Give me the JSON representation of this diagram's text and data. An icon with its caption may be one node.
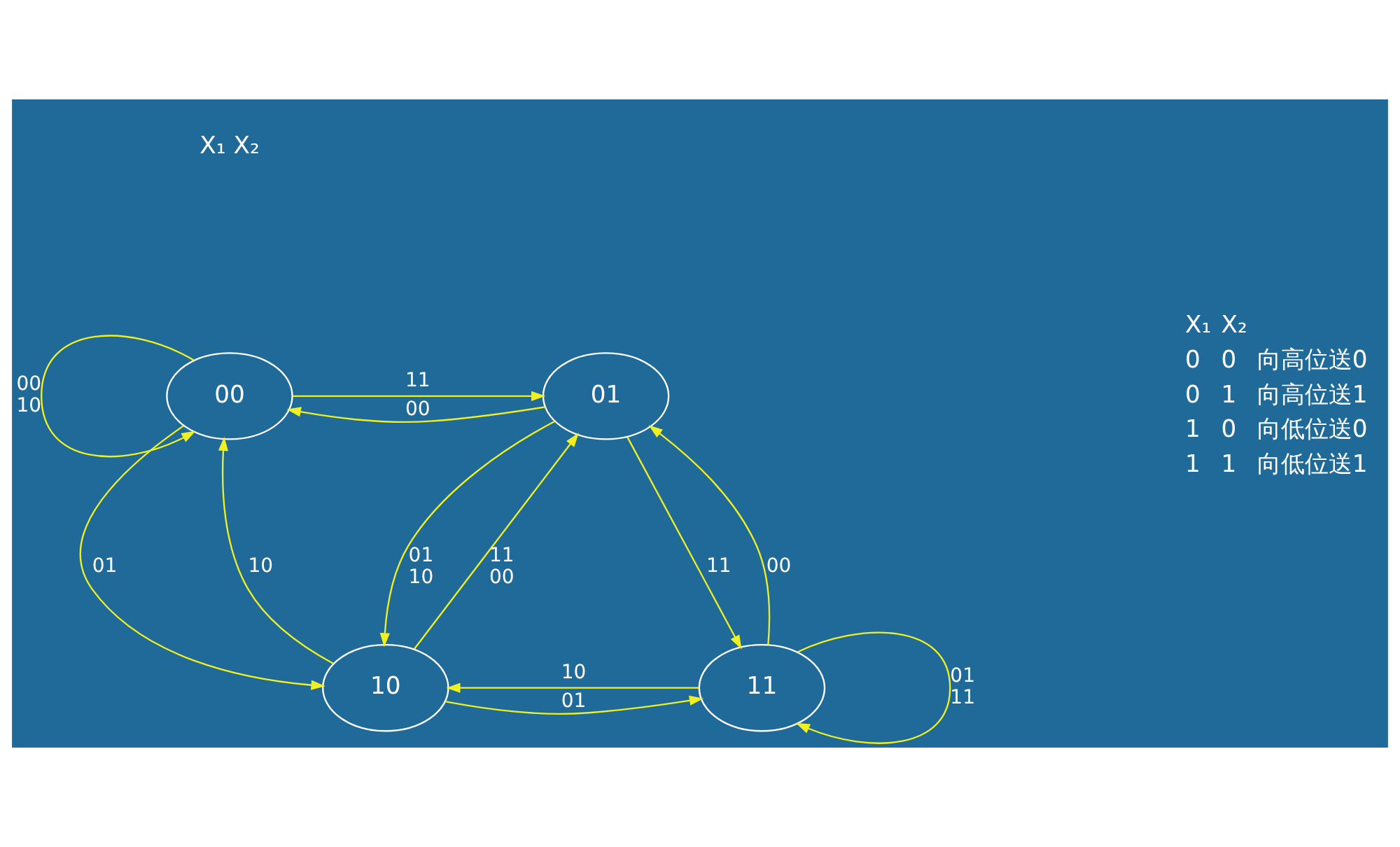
{
  "diagram": {
    "nodes": [
      {
        "text": [
          "00"
        ]
      },
      {
        "text": [
          "01"
        ]
      },
      {
        "text": [
          "10"
        ]
      },
      {
        "text": [
          "11"
        ]
      }
    ],
    "edges": [
      {
        "from": 0,
        "to": 0,
        "arrow": "to",
        "label": "00 10"
      },
      {
        "from": 0,
        "to": 1,
        "arrow": "to",
        "label": "11"
      },
      {
        "from": 1,
        "to": 0,
        "arrow": "to",
        "label": "00"
      },
      {
        "from": 0,
        "to": 2,
        "arrow": "to",
        "label": "01"
      },
      {
        "from": 2,
        "to": 0,
        "arrow": "to",
        "label": "10"
      },
      {
        "from": 2,
        "to": 1,
        "arrow": "to",
        "label": "11 00"
      },
      {
        "from": 1,
        "to": 2,
        "arrow": "to",
        "label": "01 10"
      },
      {
        "from": 3,
        "to": 1,
        "arrow": "to",
        "label": "00"
      },
      {
        "from": 1,
        "to": 3,
        "arrow": "to",
        "label": "11"
      },
      {
        "from": 3,
        "to": 2,
        "arrow": "to",
        "label": "10"
      },
      {
        "from": 2,
        "to": 3,
        "arrow": "to",
        "label": "01"
      },
      {
        "from": 3,
        "to": 3,
        "arrow": "to",
        "label": "01 11"
      }
    ],
    "labels": [
      "X₁ X₂",
      "X₁",
      "X₂",
      "0",
      "0",
      "向高位送0",
      "0",
      "1",
      "向高位送1",
      "1",
      "0",
      "向低位送0",
      "1",
      "1",
      "向低位送1"
    ]
  }
}
